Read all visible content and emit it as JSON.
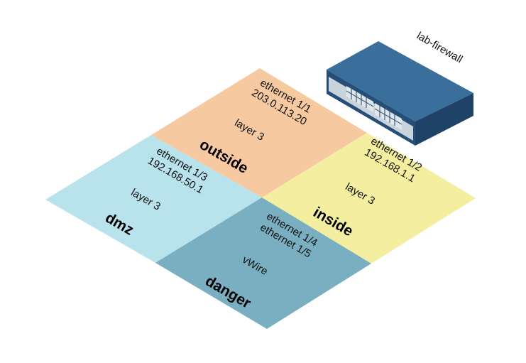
{
  "device": {
    "name": "lab-firewall",
    "colors": {
      "top": "#3a6e9b",
      "front": "#254e78",
      "side": "#1f4366",
      "bezel": "#c9d3dc",
      "ports": "#dfe6ec"
    }
  },
  "zones": [
    {
      "id": "outside",
      "name": "outside",
      "interfaces": [
        "ethernet 1/1",
        "203.0.113.20"
      ],
      "mode": "layer 3",
      "color": "#f7c9a0"
    },
    {
      "id": "inside",
      "name": "inside",
      "interfaces": [
        "ethernet 1/2",
        "192.168.1.1"
      ],
      "mode": "layer 3",
      "color": "#f4eea0"
    },
    {
      "id": "dmz",
      "name": "dmz",
      "interfaces": [
        "ethernet 1/3",
        "192.168.50.1"
      ],
      "mode": "layer 3",
      "color": "#b9e3ec"
    },
    {
      "id": "danger",
      "name": "danger",
      "interfaces": [
        "ethernet 1/4",
        "ethernet 1/5"
      ],
      "mode": "vWire",
      "color": "#79afc0"
    }
  ]
}
